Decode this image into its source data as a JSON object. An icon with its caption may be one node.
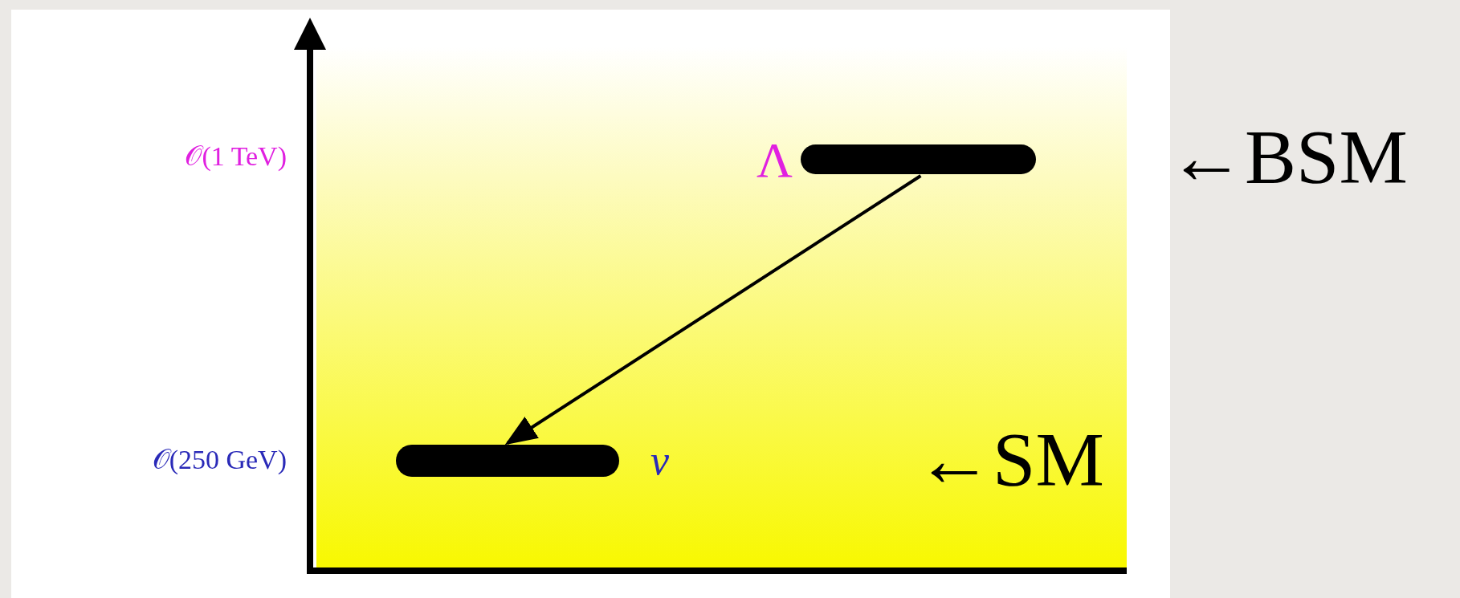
{
  "diagram": {
    "nodes": [
      {
        "text": [],
        "shape": "bar",
        "beside": [
          "Λ"
        ]
      },
      {
        "text": [],
        "shape": "bar",
        "beside": [
          "v"
        ]
      }
    ],
    "edges": [
      {
        "from": 0,
        "to": 1,
        "arrow": "to"
      }
    ],
    "labels": [
      "𝒪(1 TeV)",
      "←BSM",
      "𝒪(250 GeV)",
      "←SM"
    ]
  }
}
